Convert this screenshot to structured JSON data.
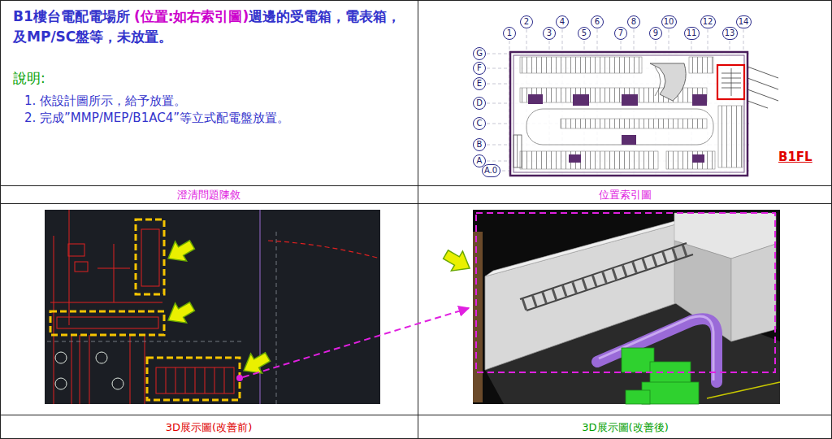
{
  "diagram": {
    "nodes": [
      {
        "text": [
          "B1樓台電配電場所",
          "(位置:如右索引圖)",
          "週邊的受電箱，電表箱，及MP/SC盤等，未放置。",
          "說明:",
          "1. 依設計圖所示，給予放置。",
          "2. 完成”MMP/MEP/B1AC4”等立式配電盤放置。"
        ]
      },
      {
        "text": [
          "澄清問題陳敘"
        ]
      },
      {
        "text": [
          "位置索引圖"
        ]
      },
      {
        "text": [
          "3D展示圖(改善前)"
        ]
      },
      {
        "text": [
          "3D展示圖(改善後)"
        ]
      },
      {
        "text": [
          "1"
        ]
      },
      {
        "text": [
          "2"
        ]
      },
      {
        "text": [
          "3"
        ]
      },
      {
        "text": [
          "4"
        ]
      },
      {
        "text": [
          "5"
        ]
      },
      {
        "text": [
          "6"
        ]
      },
      {
        "text": [
          "7"
        ]
      },
      {
        "text": [
          "8"
        ]
      },
      {
        "text": [
          "9"
        ]
      },
      {
        "text": [
          "10"
        ]
      },
      {
        "text": [
          "11"
        ]
      },
      {
        "text": [
          "12"
        ]
      },
      {
        "text": [
          "13"
        ]
      },
      {
        "text": [
          "14"
        ]
      },
      {
        "text": [
          "G"
        ]
      },
      {
        "text": [
          "F"
        ]
      },
      {
        "text": [
          "E"
        ]
      },
      {
        "text": [
          "D"
        ]
      },
      {
        "text": [
          "C"
        ]
      },
      {
        "text": [
          "B"
        ]
      },
      {
        "text": [
          "A"
        ]
      },
      {
        "text": [
          "A.0"
        ]
      }
    ],
    "labels": [
      "B1FL"
    ]
  }
}
